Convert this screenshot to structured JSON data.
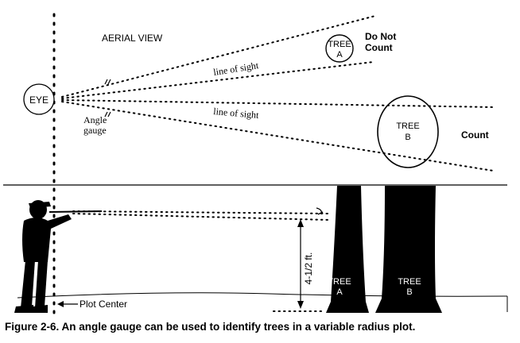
{
  "aerial_view": {
    "title": "AERIAL VIEW",
    "eye_label": "EYE",
    "gauge_label_line1": "Angle",
    "gauge_label_line2": "gauge",
    "line_of_sight_upper": "line of sight",
    "line_of_sight_lower": "line of sight",
    "tree_a_line1": "TREE",
    "tree_a_line2": "A",
    "do_not_count_line1": "Do Not",
    "do_not_count_line2": "Count",
    "tree_b_line1": "TREE",
    "tree_b_line2": "B",
    "count_label": "Count"
  },
  "side_view": {
    "height_label": "4-1/2 ft.",
    "plot_center_label": "Plot Center",
    "tree_a_line1": "TREE",
    "tree_a_line2": "A",
    "tree_b_line1": "TREE",
    "tree_b_line2": "B"
  },
  "caption": "Figure 2-6. An angle gauge can be used to identify trees in a variable radius plot."
}
